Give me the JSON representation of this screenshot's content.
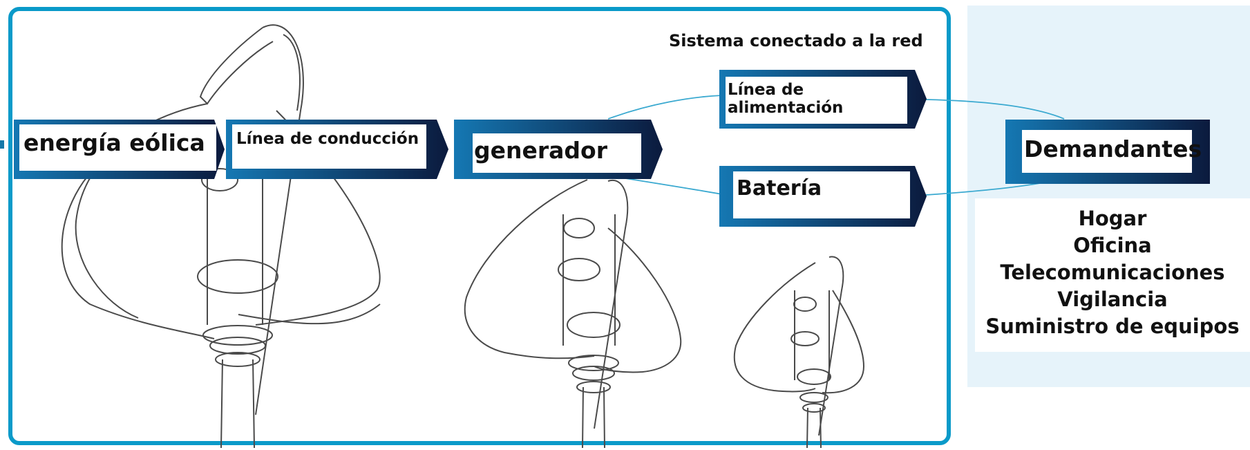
{
  "title": "Sistema conectado a la red",
  "flow": {
    "wind_energy": "energía eólica",
    "transmission_line": "Línea de conducción",
    "generator": "generador",
    "power_line": "Línea de alimentación",
    "battery": "Batería",
    "consumers": "Demandantes"
  },
  "consumers_list": [
    "Hogar",
    "Oficina",
    "Telecomunicaciones",
    "Vigilancia",
    "Suministro de equipos"
  ],
  "colors": {
    "frame": "#0a9ac9",
    "arrow_dark": "#0b1a3d",
    "arrow_light": "#1578b3",
    "panel_bg": "#e6f3fa",
    "connector": "#3aa9d0"
  }
}
